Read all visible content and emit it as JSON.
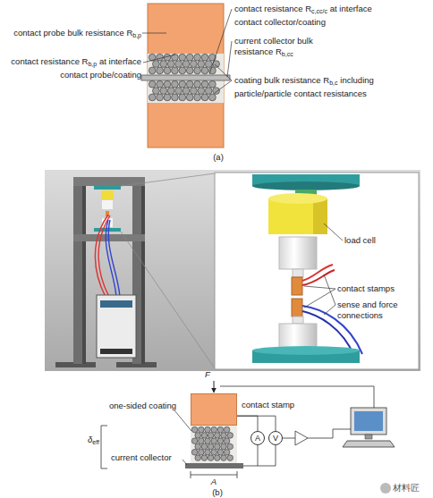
{
  "diagram": {
    "nodes": [
      {
        "text": [
          "contact stamp"
        ]
      },
      {
        "text": [
          "A"
        ]
      },
      {
        "text": [
          "V"
        ]
      }
    ],
    "edges": [
      {
        "from": 0,
        "to": 1,
        "arrow": "none"
      },
      {
        "from": 0,
        "to": 2,
        "arrow": "none"
      }
    ],
    "labels": [
      "contact probe bulk resistance R",
      "b,p",
      "contact resistance R",
      "b,p",
      "at interface contact probe/coating",
      "contact resistance R",
      "c,cc/c",
      "at interface contact collector/coating",
      "current collector bulk resistance R",
      "b,cc",
      "coating bulk resistance R",
      "b,c",
      "including particle/particle contact resistances",
      "(a)",
      "load cell",
      "contact stamps",
      "sense and force connections",
      "F",
      "one-sided coating",
      "δ",
      "eff",
      "current collector",
      "A",
      "(b)",
      "材料匠"
    ]
  }
}
